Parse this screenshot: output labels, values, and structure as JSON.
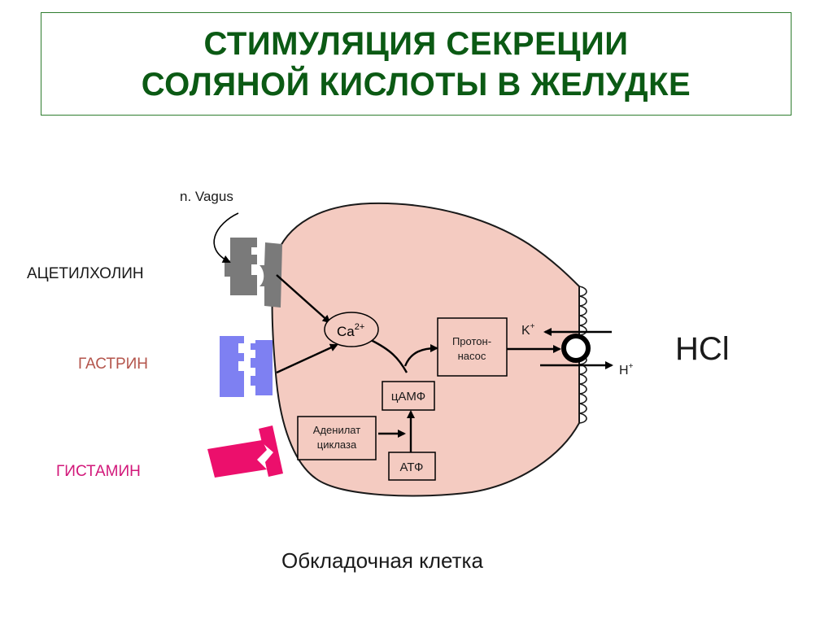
{
  "title": {
    "line1": "СТИМУЛЯЦИЯ СЕКРЕЦИИ",
    "line2": "СОЛЯНОЙ КИСЛОТЫ В ЖЕЛУДКЕ"
  },
  "labels": {
    "vagus": "n. Vagus",
    "acetylcholine": "АЦЕТИЛХОЛИН",
    "gastrin": "ГАСТРИН",
    "histamine": "ГИСТАМИН",
    "ca_base": "Ca",
    "ca_sup": "2+",
    "proton_pump_1": "Протон-",
    "proton_pump_2": "насос",
    "camp": "цАМФ",
    "adenylate_1": "Аденилат",
    "adenylate_2": "циклаза",
    "atp": "АТФ",
    "k_base": "K",
    "k_sup": "+",
    "h_base": "H",
    "h_sup": "+",
    "hcl": "HCl",
    "cell_caption": "Обкладочная клетка"
  },
  "colors": {
    "title_text": "#0b5a14",
    "title_border": "#2f7d2f",
    "cell_fill": "#f4cbc1",
    "cell_stroke": "#1a1a1a",
    "acetylcholine_receptor": "#7a7a7a",
    "gastrin_receptor": "#7e80f2",
    "histamine_receptor": "#ec0f6c",
    "acetylcholine_text": "#1a1a1a",
    "gastrin_text": "#b4554c",
    "histamine_text": "#d2187a"
  }
}
